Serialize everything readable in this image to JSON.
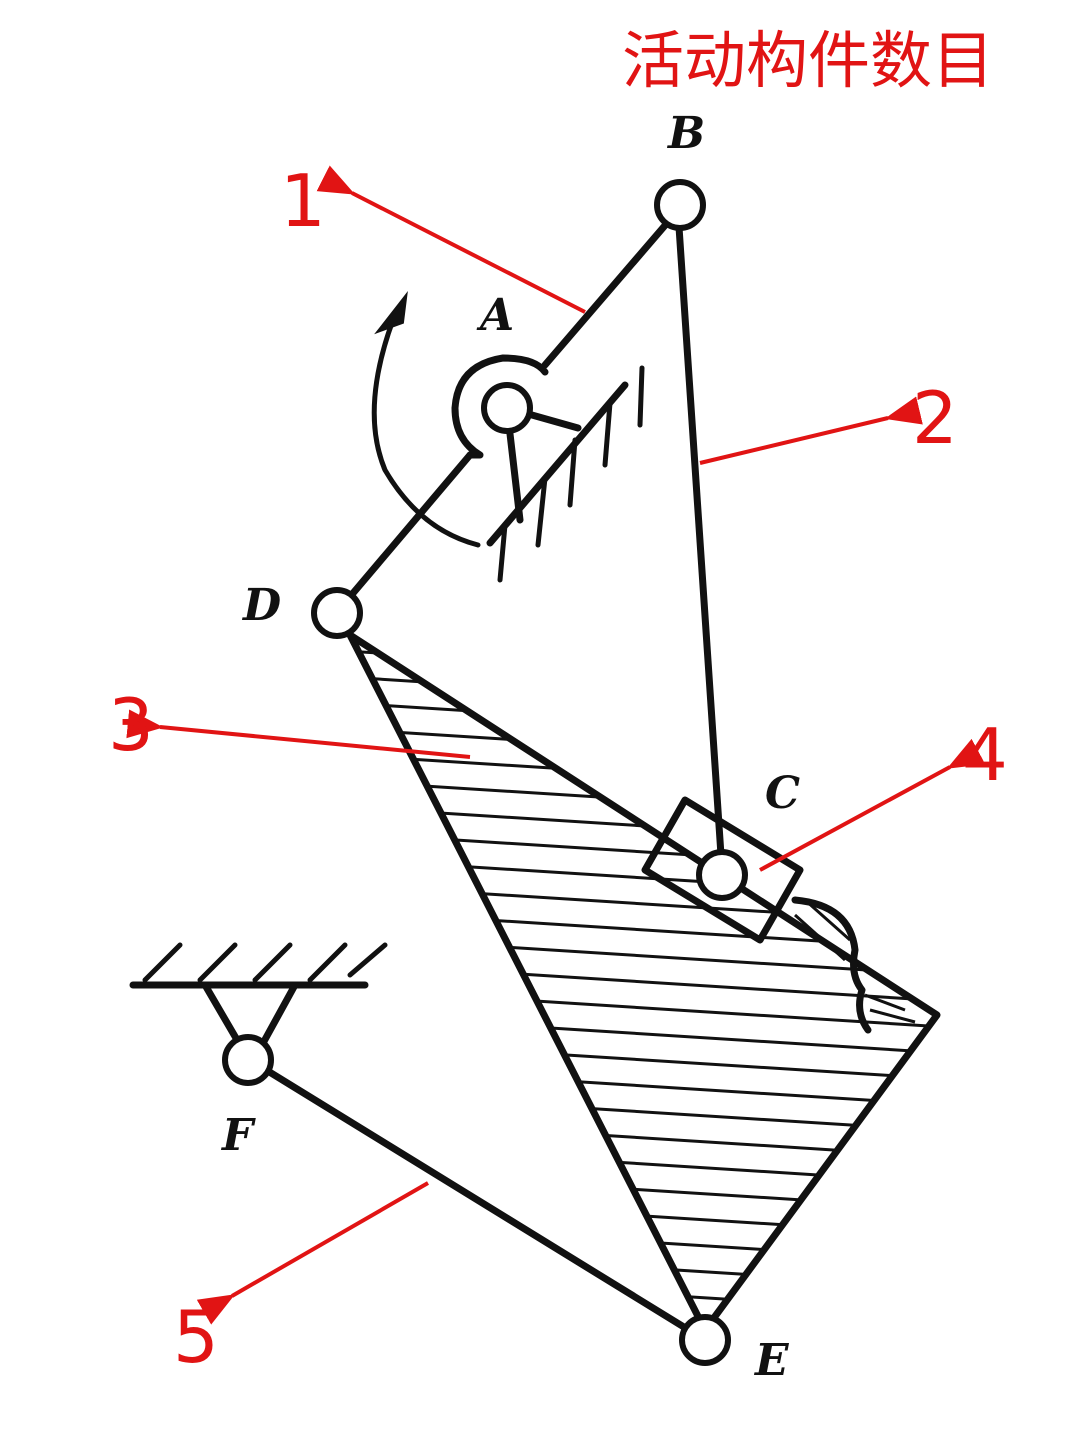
{
  "title": "活动构件数目",
  "points": {
    "A": "A",
    "B": "B",
    "C": "C",
    "D": "D",
    "E": "E",
    "F": "F"
  },
  "callouts": [
    "1",
    "2",
    "3",
    "4",
    "5"
  ],
  "colors": {
    "annotation": "#e11414",
    "ink": "#111111",
    "background": "#ffffff"
  }
}
